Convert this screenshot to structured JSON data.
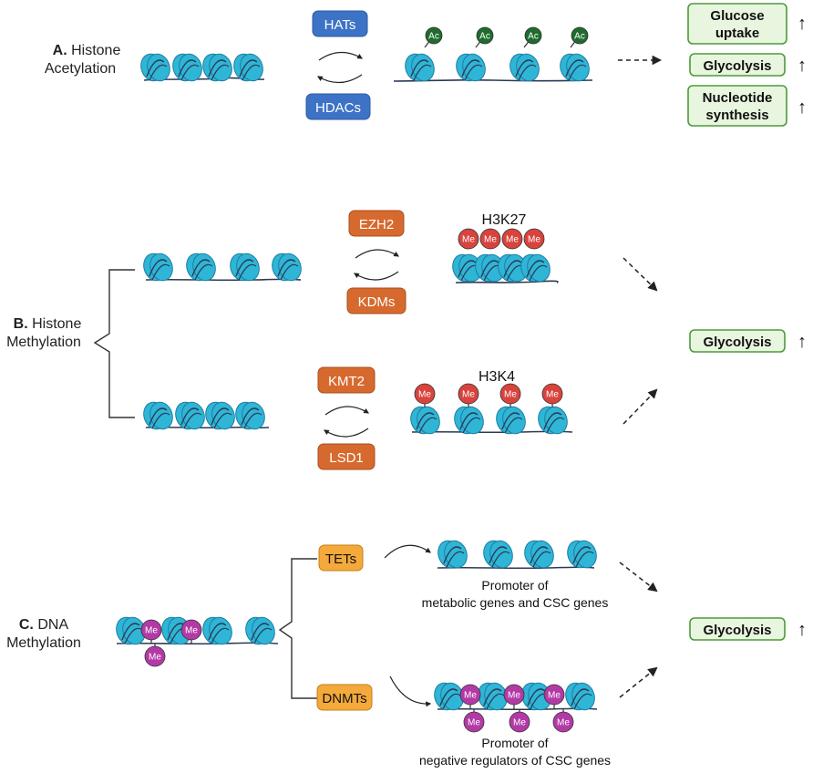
{
  "sections": {
    "a": {
      "letter": "A.",
      "title_line1": "Histone",
      "title_line2": "Acetylation",
      "writer": "HATs",
      "eraser": "HDACs",
      "mark": "Ac",
      "outcomes": [
        {
          "line1": "Glucose",
          "line2": "uptake"
        },
        {
          "line1": "Glycolysis",
          "line2": ""
        },
        {
          "line1": "Nucleotide",
          "line2": "synthesis"
        }
      ]
    },
    "b": {
      "letter": "B.",
      "title_line1": "Histone",
      "title_line2": "Methylation",
      "upper_writer": "EZH2",
      "upper_eraser": "KDMs",
      "upper_site": "H3K27",
      "lower_writer": "KMT2",
      "lower_eraser": "LSD1",
      "lower_site": "H3K4",
      "mark": "Me",
      "outcome": "Glycolysis"
    },
    "c": {
      "letter": "C.",
      "title_line1": "DNA",
      "title_line2": "Methylation",
      "upper_enzyme": "TETs",
      "lower_enzyme": "DNMTs",
      "mark": "Me",
      "upper_caption_line1": "Promoter of",
      "upper_caption_line2": "metabolic genes and CSC genes",
      "lower_caption_line1": "Promoter of",
      "lower_caption_line2": "negative regulators of CSC genes",
      "outcome": "Glycolysis"
    }
  },
  "outcome_arrow": "↑",
  "colors": {
    "nucleosome": "#2fb5d6",
    "nucleosome_dark": "#1d7fa3",
    "dna": "#2b3a55",
    "acetyl": "#1e6b2e",
    "methyl_histone": "#d8443d",
    "methyl_dna": "#b33aa6",
    "hat_box": "#3d73c6",
    "kmt_box": "#d66a2e",
    "tet_box": "#f4a93b",
    "outcome_fill": "#e9f6df",
    "outcome_border": "#4c9a3a"
  }
}
